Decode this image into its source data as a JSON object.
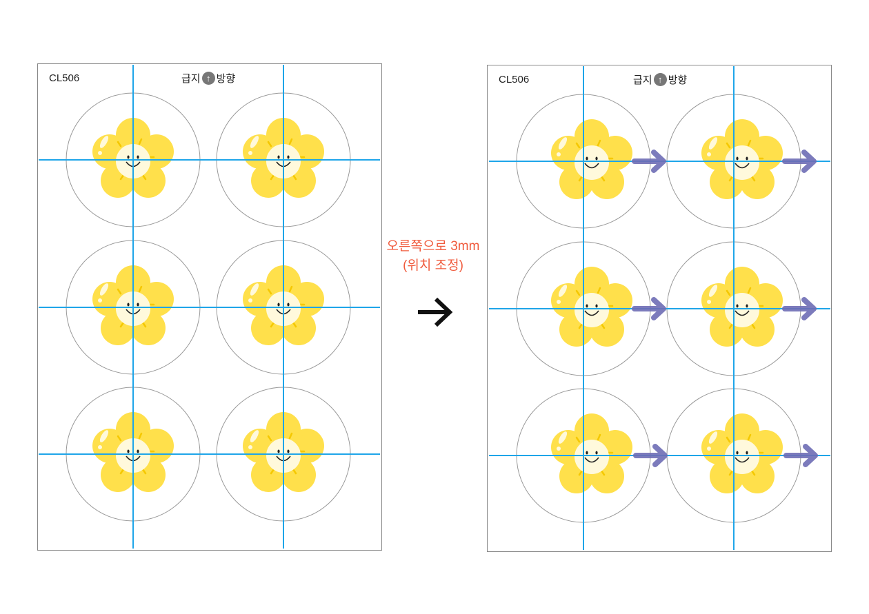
{
  "left_sheet": {
    "code": "CL506",
    "direction_prefix": "급지",
    "direction_suffix": "방향",
    "shift": 0,
    "arrows": false
  },
  "right_sheet": {
    "code": "CL506",
    "direction_prefix": "급지",
    "direction_suffix": "방향",
    "shift": 12,
    "arrows": true
  },
  "note": {
    "line1": "오른쪽으로 3mm",
    "line2": "(위치 조정)"
  },
  "colors": {
    "guide": "#1EA5E9",
    "petal": "#FFE04B",
    "center": "#FFF9DC",
    "arrow": "#6E6DB5",
    "note": "#F05A3C"
  }
}
